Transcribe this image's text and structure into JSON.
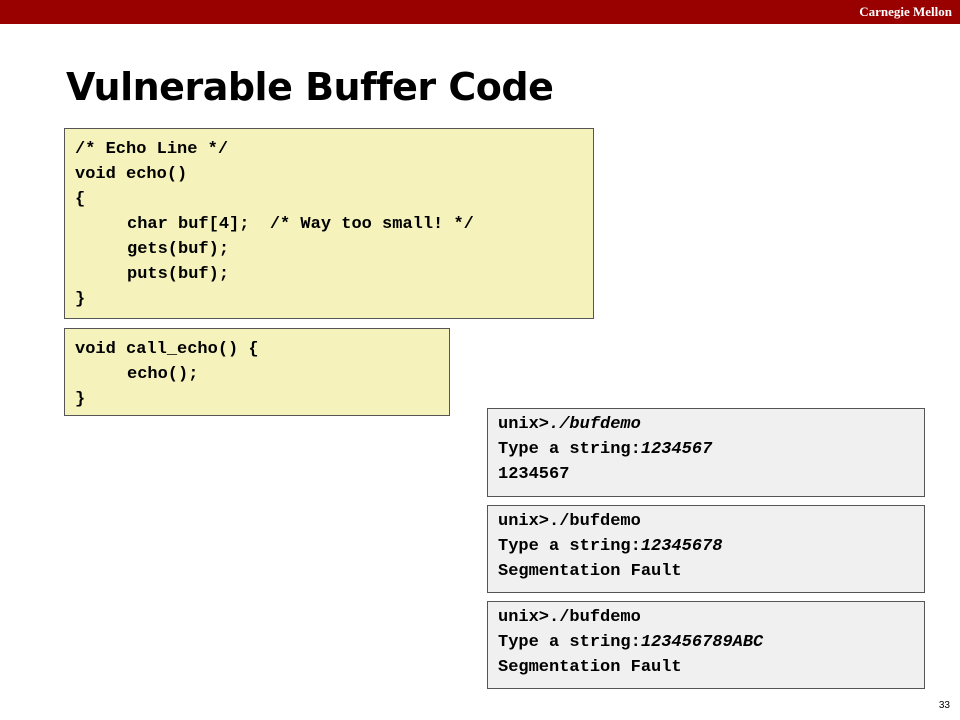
{
  "header": {
    "brand": "Carnegie Mellon"
  },
  "slide": {
    "title": "Vulnerable Buffer Code",
    "page_number": "33"
  },
  "code_echo": {
    "l1": "/* Echo Line */",
    "l2": "void echo()",
    "l3": "{",
    "l4a": "char buf[4];",
    "l4b": "  /* Way too small! */",
    "l5": "gets(buf);",
    "l6": "puts(buf);",
    "l7": "}"
  },
  "code_call": {
    "l1": "void call_echo() {",
    "l2": "echo();",
    "l3": "}"
  },
  "terminals": [
    {
      "prompt": "unix>",
      "command": "./bufdemo",
      "ask": "Type a string:",
      "input": "1234567",
      "output": "1234567"
    },
    {
      "prompt": "unix>",
      "command": "./bufdemo",
      "ask": "Type a string:",
      "input": "12345678",
      "output": "Segmentation Fault"
    },
    {
      "prompt": "unix>",
      "command": "./bufdemo",
      "ask": "Type a string:",
      "input": "123456789ABC",
      "output": "Segmentation Fault"
    }
  ],
  "colors": {
    "header_bar": "#990000",
    "code_bg": "#f5f3bb",
    "terminal_bg": "#f0f0f0"
  }
}
